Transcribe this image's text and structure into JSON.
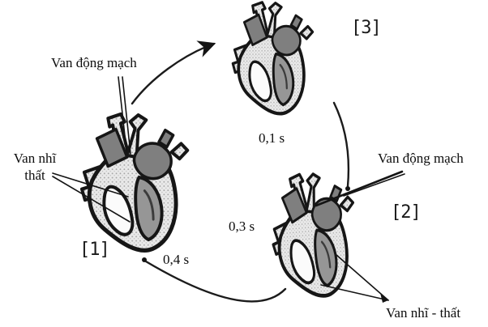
{
  "diagram": {
    "description": "Cardiac cycle diagram with three heart cross-sections arranged in a clockwise cycle",
    "labels": {
      "valve_arterial_top": "Van động mạch",
      "valve_av_left_line1": "Van nhĩ",
      "valve_av_left_line2": "thất",
      "valve_arterial_right": "Van động mạch",
      "valve_av_bottom": "Van nhĩ - thất",
      "stage_1": "[1]",
      "stage_2": "[2]",
      "stage_3": "[3]",
      "time_stage3": "0,1 s",
      "time_stage2": "0,3 s",
      "time_stage1": "0,4 s"
    },
    "colors": {
      "ink": "#141414",
      "muscle_light": "#e9e9e9",
      "muscle_dark": "#7f7f7f",
      "cavity_dark": "#969696",
      "background": "#ffffff"
    }
  }
}
